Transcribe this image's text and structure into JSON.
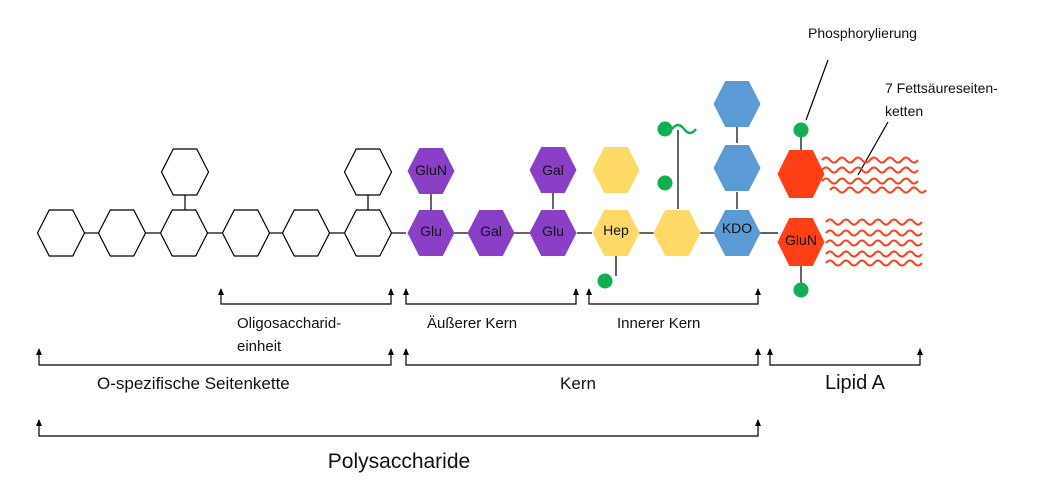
{
  "colors": {
    "outline": "#000000",
    "purple": "#8a3fc6",
    "yellow": "#ffd966",
    "blue": "#5b9bd5",
    "red": "#ff4016",
    "green": "#10b050"
  },
  "nodes": {
    "gluN_upper": "GluN",
    "glu_1": "Glu",
    "gal_1": "Gal",
    "glu_2": "Glu",
    "gal_upper": "Gal",
    "hep": "Hep",
    "kdo": "KDO",
    "lipid_gluN": "GluN"
  },
  "labels": {
    "phosphorylierung": "Phosphorylierung",
    "fatty_acids_line1": "7 Fettsäureseiten-",
    "fatty_acids_line2": "ketten",
    "oligo_line1": "Oligosaccharid-",
    "oligo_line2": "einheit",
    "outer_core": "Äußerer Kern",
    "inner_core": "Innerer Kern",
    "o_chain": "O-spezifische  Seitenkette",
    "core": "Kern",
    "lipid_a": "Lipid A",
    "polysaccharide": "Polysaccharide"
  }
}
